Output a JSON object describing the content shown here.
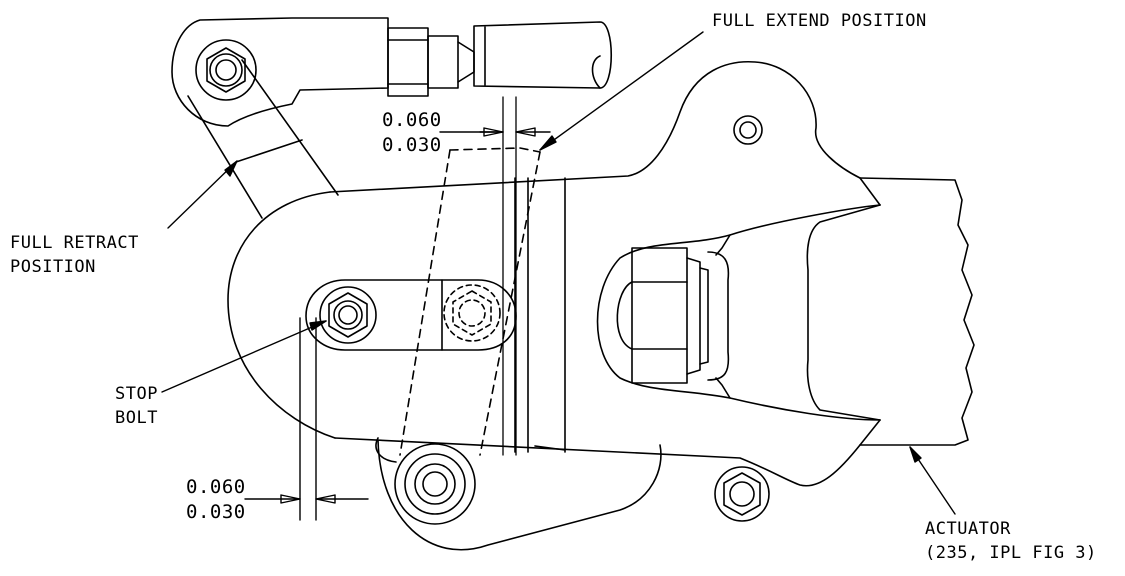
{
  "labels": {
    "full_extend": "FULL EXTEND POSITION",
    "full_retract_line1": "FULL RETRACT",
    "full_retract_line2": "POSITION",
    "stop_bolt_line1": "STOP",
    "stop_bolt_line2": "BOLT",
    "actuator_line1": "ACTUATOR",
    "actuator_line2": "(235, IPL FIG 3)"
  },
  "dimensions": {
    "top": {
      "max": "0.060",
      "min": "0.030"
    },
    "bottom": {
      "max": "0.060",
      "min": "0.030"
    }
  }
}
